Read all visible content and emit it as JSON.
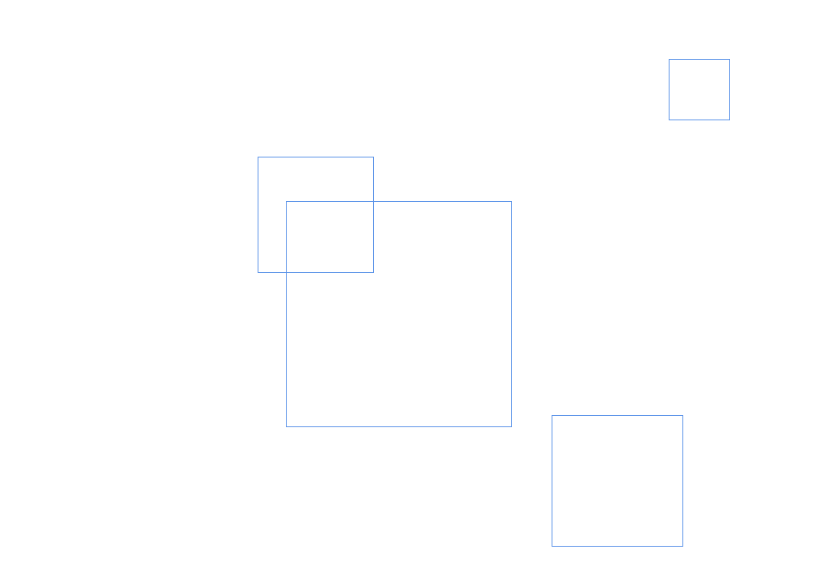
{
  "canvas": {
    "background": "#ffffff",
    "stroke_color": "#5b93e8",
    "shapes": [
      {
        "name": "square-outline",
        "kind": "square"
      },
      {
        "name": "square-outline",
        "kind": "square"
      },
      {
        "name": "square-outline",
        "kind": "square"
      },
      {
        "name": "square-outline",
        "kind": "square"
      }
    ]
  }
}
